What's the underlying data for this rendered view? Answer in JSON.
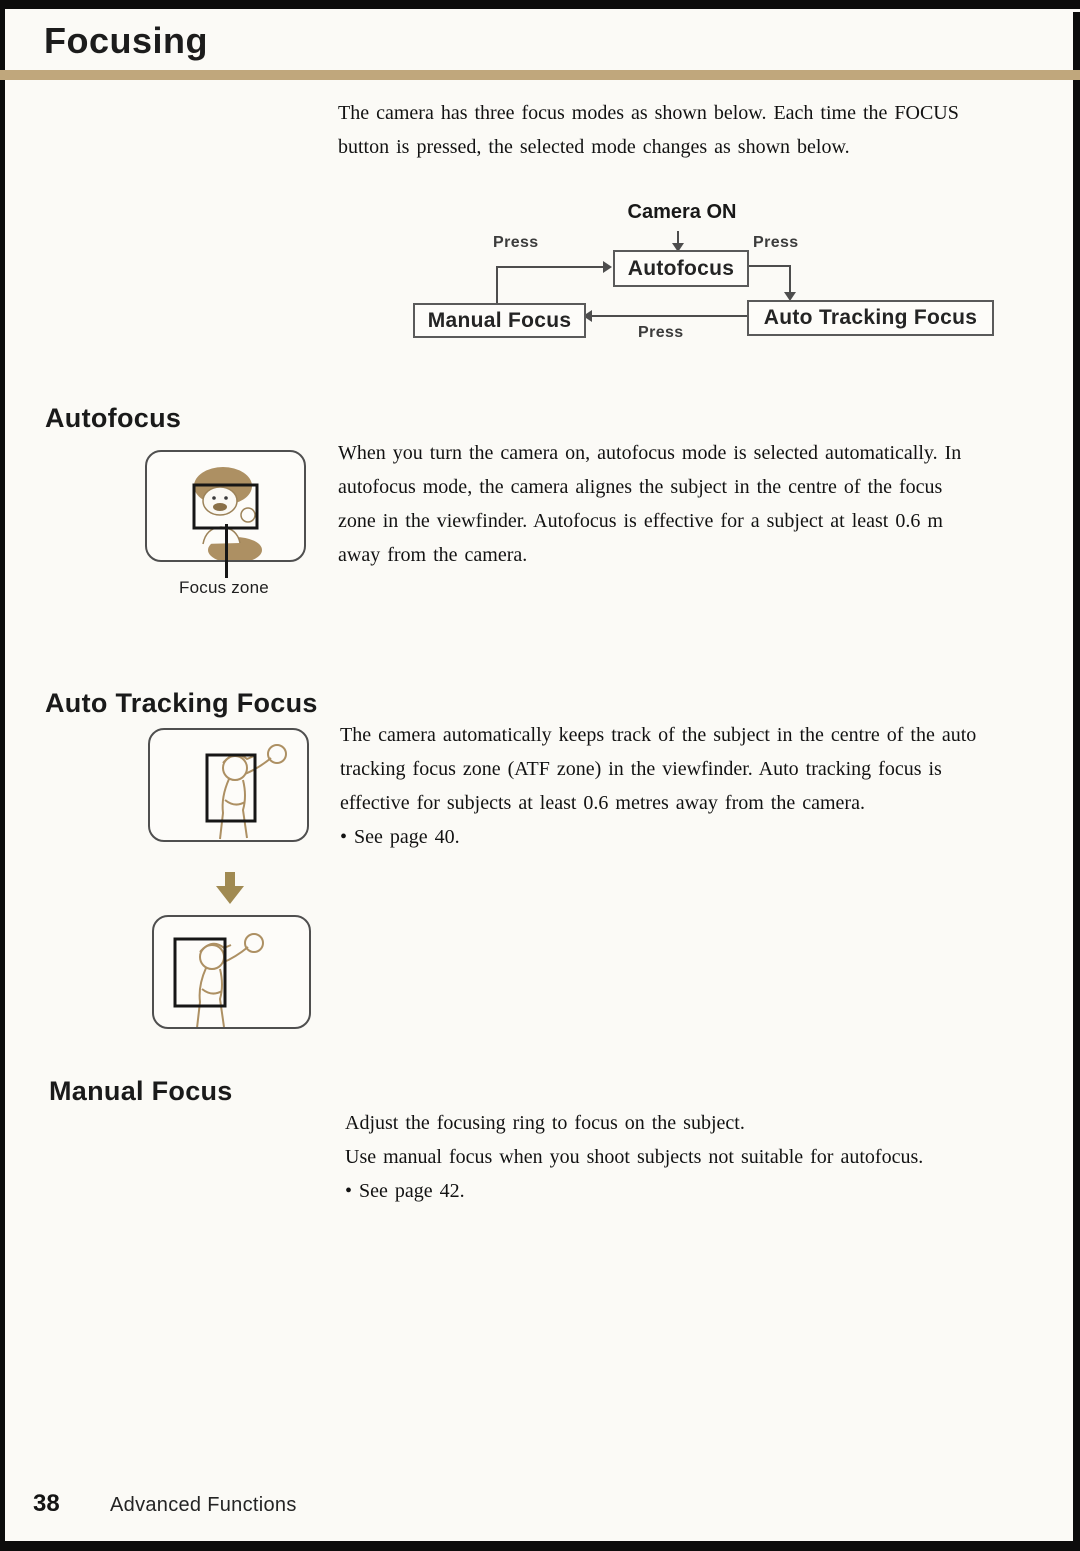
{
  "page": {
    "title": "Focusing",
    "page_number": "38",
    "footer_label": "Advanced Functions"
  },
  "intro": {
    "lines": [
      "The camera has three focus modes as shown below. Each time the FOCUS",
      "button is pressed, the selected mode changes as shown below."
    ]
  },
  "diagram": {
    "camera_on_label": "Camera ON",
    "press_left": "Press",
    "press_right": "Press",
    "press_bottom": "Press",
    "boxes": {
      "autofocus": "Autofocus",
      "manual_focus": "Manual Focus",
      "auto_tracking_focus": "Auto Tracking Focus"
    }
  },
  "sections": {
    "autofocus": {
      "heading": "Autofocus",
      "caption": "Focus zone",
      "lines": [
        "When you turn the camera on, autofocus mode is selected automatically. In",
        "autofocus mode, the camera alignes the subject in the centre of the focus",
        "zone in the viewfinder. Autofocus is effective for a subject at least 0.6 m",
        "away from the camera."
      ]
    },
    "auto_tracking_focus": {
      "heading": "Auto Tracking Focus",
      "lines": [
        "The camera automatically keeps track of the subject in the centre of the auto",
        "tracking focus zone (ATF zone) in the viewfinder. Auto tracking focus is",
        "effective for subjects at least 0.6 metres away from the camera."
      ],
      "bullet": "• See page 40."
    },
    "manual_focus": {
      "heading": "Manual Focus",
      "lines": [
        "Adjust the focusing ring to focus on the subject.",
        "Use manual focus when you shoot subjects not suitable for autofocus."
      ],
      "bullet": "• See page 42."
    }
  },
  "colors": {
    "accent_bar": "#c0a77c",
    "illustration_tan": "#ad9063",
    "arrow_tan": "#a08a52",
    "diagram_line": "#4d4d4d",
    "scan_edge": "#0c0c0c"
  }
}
